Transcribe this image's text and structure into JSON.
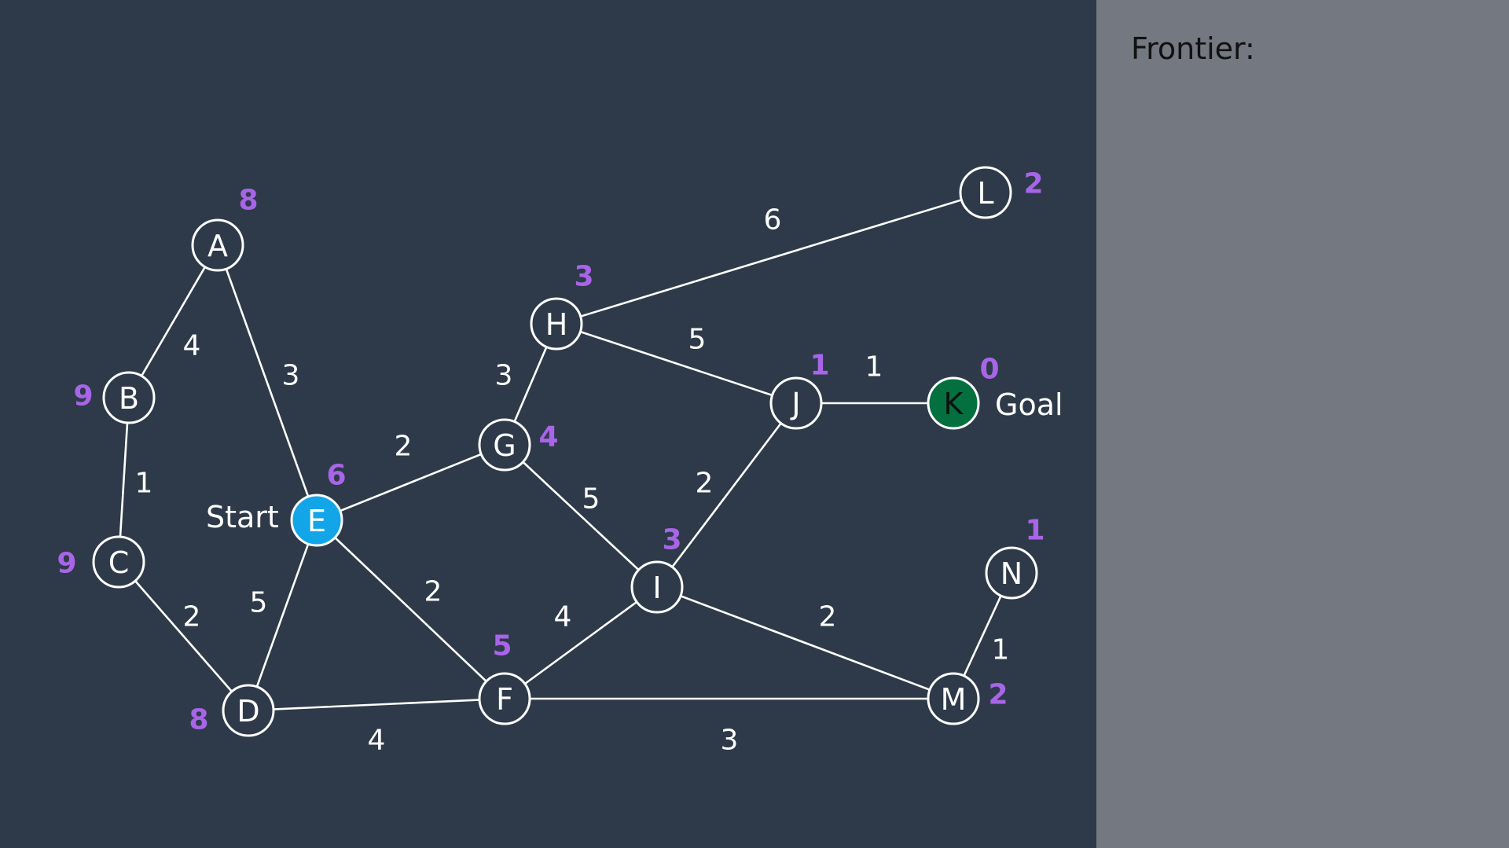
{
  "frontier": {
    "title": "Frontier:"
  },
  "colors": {
    "background": "#2e3a49",
    "panel": "#747880",
    "edge": "#ffffff",
    "heuristic": "#a865e8",
    "start_node": "#12a6e8",
    "goal_node": "#04703f"
  },
  "graph": {
    "nodes": [
      {
        "id": "A",
        "label": "A",
        "h": "8",
        "role": "normal"
      },
      {
        "id": "B",
        "label": "B",
        "h": "9",
        "role": "normal"
      },
      {
        "id": "C",
        "label": "C",
        "h": "9",
        "role": "normal"
      },
      {
        "id": "D",
        "label": "D",
        "h": "8",
        "role": "normal"
      },
      {
        "id": "E",
        "label": "E",
        "h": "6",
        "role": "start",
        "tag": "Start"
      },
      {
        "id": "F",
        "label": "F",
        "h": "5",
        "role": "normal"
      },
      {
        "id": "G",
        "label": "G",
        "h": "4",
        "role": "normal"
      },
      {
        "id": "H",
        "label": "H",
        "h": "3",
        "role": "normal"
      },
      {
        "id": "I",
        "label": "I",
        "h": "3",
        "role": "normal"
      },
      {
        "id": "J",
        "label": "J",
        "h": "1",
        "role": "normal"
      },
      {
        "id": "K",
        "label": "K",
        "h": "0",
        "role": "goal",
        "tag": "Goal"
      },
      {
        "id": "L",
        "label": "L",
        "h": "2",
        "role": "normal"
      },
      {
        "id": "M",
        "label": "M",
        "h": "2",
        "role": "normal"
      },
      {
        "id": "N",
        "label": "N",
        "h": "1",
        "role": "normal"
      }
    ],
    "edges": [
      {
        "from": "A",
        "to": "B",
        "weight": "4"
      },
      {
        "from": "A",
        "to": "E",
        "weight": "3"
      },
      {
        "from": "B",
        "to": "C",
        "weight": "1"
      },
      {
        "from": "C",
        "to": "D",
        "weight": "2"
      },
      {
        "from": "D",
        "to": "E",
        "weight": "5"
      },
      {
        "from": "D",
        "to": "F",
        "weight": "4"
      },
      {
        "from": "E",
        "to": "G",
        "weight": "2"
      },
      {
        "from": "E",
        "to": "F",
        "weight": "2"
      },
      {
        "from": "G",
        "to": "H",
        "weight": "3"
      },
      {
        "from": "G",
        "to": "I",
        "weight": "5"
      },
      {
        "from": "H",
        "to": "L",
        "weight": "6"
      },
      {
        "from": "H",
        "to": "J",
        "weight": "5"
      },
      {
        "from": "J",
        "to": "K",
        "weight": "1"
      },
      {
        "from": "I",
        "to": "J",
        "weight": "2"
      },
      {
        "from": "F",
        "to": "I",
        "weight": "4"
      },
      {
        "from": "I",
        "to": "M",
        "weight": "2"
      },
      {
        "from": "F",
        "to": "M",
        "weight": "3"
      },
      {
        "from": "M",
        "to": "N",
        "weight": "1"
      }
    ]
  }
}
